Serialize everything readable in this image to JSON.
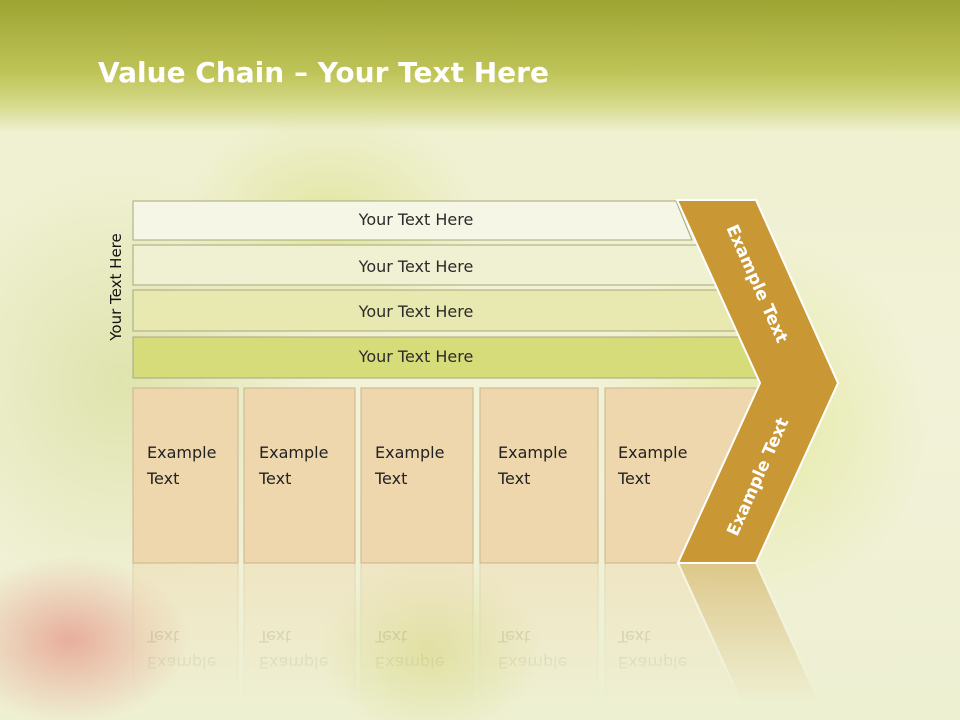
{
  "slide": {
    "title_bold": "Value Chain",
    "title_rest": " – Your Text Here",
    "side_label": "Your Text Here"
  },
  "bars": [
    {
      "label": "Your Text Here",
      "color": "#f6f6e6"
    },
    {
      "label": "Your Text Here",
      "color": "#f0f0d2"
    },
    {
      "label": "Your Text Here",
      "color": "#e8e9b0"
    },
    {
      "label": "Your Text Here",
      "color": "#d7dc7a"
    }
  ],
  "cells": [
    {
      "line1": "Example",
      "line2": "Text"
    },
    {
      "line1": "Example",
      "line2": "Text"
    },
    {
      "line1": "Example",
      "line2": "Text"
    },
    {
      "line1": "Example",
      "line2": "Text"
    },
    {
      "line1": "Example",
      "line2": "Text"
    }
  ],
  "arrow": {
    "upper_label": "Example Text",
    "lower_label": "Example Text",
    "color": "#c99734"
  },
  "colors": {
    "cell_fill": "#eed7ad",
    "cell_stroke": "#c9b48e",
    "bar_stroke": "#a6a87a"
  }
}
